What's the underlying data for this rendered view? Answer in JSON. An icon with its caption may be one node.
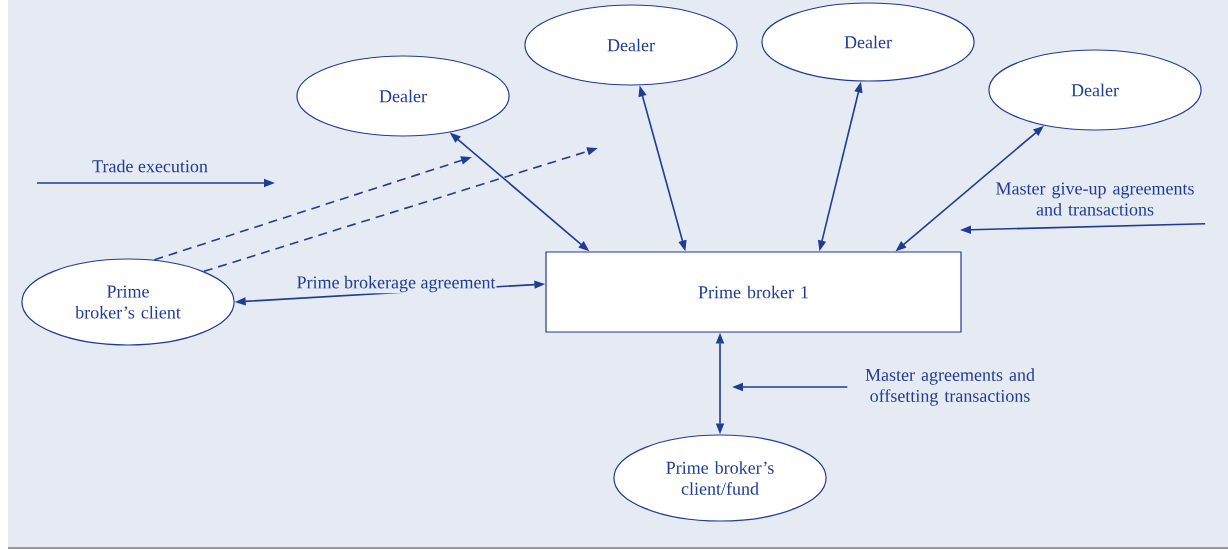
{
  "diagram": {
    "nodes": [
      {
        "text": [
          "Dealer"
        ]
      },
      {
        "text": [
          "Dealer"
        ]
      },
      {
        "text": [
          "Dealer"
        ]
      },
      {
        "text": [
          "Dealer"
        ]
      },
      {
        "text": [
          "Prime broker’s client"
        ]
      },
      {
        "text": [
          "Prime broker 1"
        ]
      },
      {
        "text": [
          "Prime broker’s client/fund"
        ]
      },
      {
        "text": [
          "Master give-up agreements and transactions"
        ]
      },
      {
        "text": [
          "Master agreements and offsetting transactions"
        ]
      }
    ],
    "edges": [
      {
        "from": 4,
        "to": 5,
        "arrow": "both",
        "label": "Prime brokerage agreement"
      },
      {
        "from": 0,
        "to": 5,
        "arrow": "both"
      },
      {
        "from": 1,
        "to": 5,
        "arrow": "both"
      },
      {
        "from": 2,
        "to": 5,
        "arrow": "both"
      },
      {
        "from": 3,
        "to": 5,
        "arrow": "both"
      },
      {
        "from": 5,
        "to": 6,
        "arrow": "both"
      },
      {
        "from": 4,
        "to": null,
        "arrow": "to",
        "style": "dashed"
      },
      {
        "from": 4,
        "to": null,
        "arrow": "to",
        "style": "dashed"
      },
      {
        "from": 7,
        "to": null,
        "arrow": "to"
      },
      {
        "from": 8,
        "to": null,
        "arrow": "to"
      }
    ],
    "legend": [
      {
        "text": "Trade execution"
      }
    ]
  }
}
